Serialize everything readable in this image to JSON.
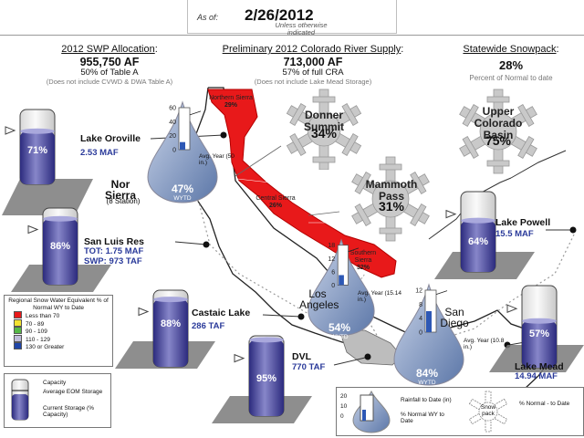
{
  "header": {
    "as_of_label": "As of:",
    "date": "2/26/2012",
    "unless": "Unless otherwise indicated"
  },
  "swp": {
    "title": "2012 SWP Allocation",
    "value": "955,750 AF",
    "sub": "50% of Table A",
    "note": "(Does not include CVWD & DWA Table A)"
  },
  "colorado": {
    "title": "Preliminary 2012 Colorado River Supply",
    "value": "713,000 AF",
    "sub": "57% of full CRA",
    "note": "(Does not include Lake Mead Storage)"
  },
  "snowpack": {
    "title": "Statewide Snowpack",
    "value": "28%",
    "sub": "Percent of Normal to date"
  },
  "lakes": [
    {
      "name": "Lake Oroville",
      "volume": "2.53 MAF",
      "pct_label": "71%",
      "fill": 0.71
    },
    {
      "name": "San Luis Res",
      "volume_tot": "TOT:  1.75 MAF",
      "volume_swp": "SWP:  973 TAF",
      "pct_label": "86%",
      "fill": 0.86
    },
    {
      "name": "Castaic Lake",
      "volume": "286 TAF",
      "pct_label": "88%",
      "fill": 0.88
    },
    {
      "name": "DVL",
      "volume": "770 TAF",
      "pct_label": "95%",
      "fill": 0.95
    },
    {
      "name": "Lake Powell",
      "volume": "15.5 MAF",
      "pct_label": "64%",
      "fill": 0.64
    },
    {
      "name": "Lake Mead",
      "volume": "14.94 MAF",
      "pct_label": "57%",
      "fill": 0.57
    }
  ],
  "snow_sites": [
    {
      "name": "Donner Summit",
      "pct": "34%"
    },
    {
      "name": "Mammoth Pass",
      "pct": "31%"
    },
    {
      "name": "Upper Colorado Basin",
      "pct": "75%"
    }
  ],
  "regions": [
    {
      "name": "Northern Sierra",
      "pct": "29%"
    },
    {
      "name": "Central Sierra",
      "pct": "26%"
    },
    {
      "name": "Southern Sierra",
      "pct": "32%"
    }
  ],
  "rain": [
    {
      "name": "Nor Sierra",
      "sub": "(8 Station)",
      "pct": "47%",
      "wytd": "WYTD",
      "avg": "Avg. Year (50 in.)",
      "ticks": [
        "60",
        "40",
        "20",
        "0"
      ],
      "rain_fill": 0.18,
      "avg_mark": 0.83
    },
    {
      "name": "Los Angeles",
      "pct": "54%",
      "wytd": "WYTD",
      "avg": "Avg. Year (15.14 in.)",
      "ticks": [
        "18",
        "12",
        "6",
        "0"
      ],
      "rain_fill": 0.25,
      "avg_mark": 0.84
    },
    {
      "name": "San Diego",
      "pct": "84%",
      "wytd": "WYTD",
      "avg": "Avg. Year (10.8 in.)",
      "ticks": [
        "12",
        "8",
        "4",
        "0"
      ],
      "rain_fill": 0.5,
      "avg_mark": 0.9
    }
  ],
  "legend": {
    "title": "Regional Snow Water Equivalent % of Normal WY to Date",
    "rows": [
      {
        "label": "Less than 70",
        "color": "#e8191a"
      },
      {
        "label": "70 - 89",
        "color": "#f3e232"
      },
      {
        "label": "90 - 109",
        "color": "#55b847"
      },
      {
        "label": "110 - 129",
        "color": "#bfbcd9"
      },
      {
        "label": "130 or Greater",
        "color": "#1f45a8"
      }
    ]
  },
  "key": {
    "capacity": "Capacity",
    "avg_eom": "Average EOM Storage",
    "current": "Current Storage (% Capacity)",
    "rain_label": "Rainfall to Date (in)",
    "rain_pct": "% Normal WY to Date",
    "rain_ticks": [
      "20",
      "10",
      "0"
    ],
    "snow_label": "Snow pack",
    "snow_pct": "% Normal - to Date"
  },
  "colors": {
    "region_red": "#e8191a",
    "tank": "#3b3a9a",
    "drop": "#7f96bf"
  }
}
